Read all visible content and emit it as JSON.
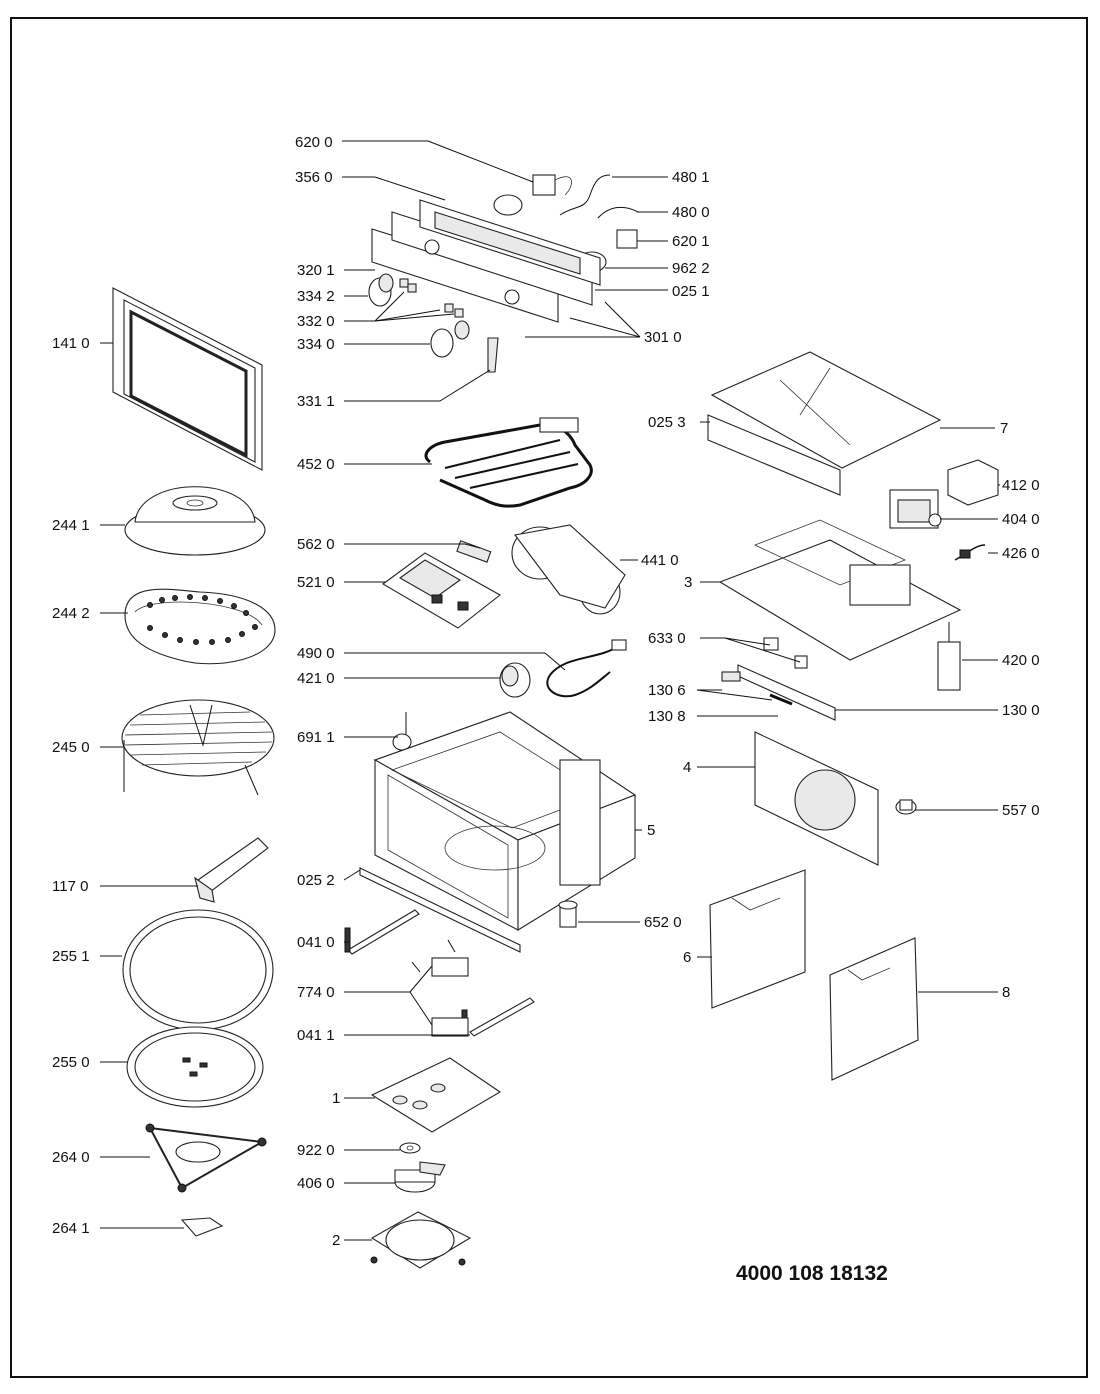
{
  "labels": {
    "l6200": "620 0",
    "l3560": "356 0",
    "l4801": "480 1",
    "l4800": "480 0",
    "l6201": "620 1",
    "l3201": "320 1",
    "l9622": "962 2",
    "l3342": "334 2",
    "l0251": "025 1",
    "l3320": "332 0",
    "l1410": "141 0",
    "l3340": "334 0",
    "l3010": "301 0",
    "l3311": "331 1",
    "l0253": "025 3",
    "l7": "7",
    "l4520": "452 0",
    "l4120": "412 0",
    "l2441": "244 1",
    "l4040": "404 0",
    "l5620": "562 0",
    "l4410": "441 0",
    "l4260": "426 0",
    "l5210": "521 0",
    "l3": "3",
    "l2442": "244 2",
    "l6330": "633 0",
    "l4900": "490 0",
    "l4200": "420 0",
    "l4210": "421 0",
    "l1306": "130 6",
    "l1308": "130 8",
    "l1300": "130 0",
    "l6911": "691 1",
    "l2450": "245 0",
    "l4": "4",
    "l5570": "557 0",
    "l5": "5",
    "l1170": "117 0",
    "l0252": "025 2",
    "l6520": "652 0",
    "l0410": "041 0",
    "l6": "6",
    "l2551": "255 1",
    "l7740": "774 0",
    "l8": "8",
    "l0411": "041 1",
    "l2550": "255 0",
    "l1": "1",
    "l9220": "922 0",
    "l2640": "264 0",
    "l4060": "406 0",
    "l2641": "264 1",
    "l2": "2"
  },
  "document_number": "4000 108 18132"
}
